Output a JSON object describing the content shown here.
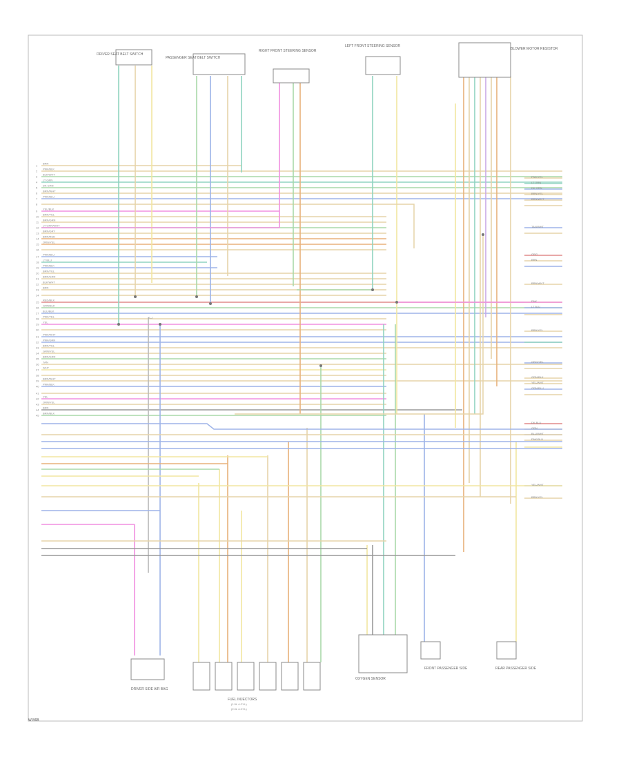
{
  "footer_code": "W B6B",
  "colors": {
    "border": "#bbbbbb",
    "dk": "#999999",
    "tan": "#e6d3a8",
    "org": "#e8b07a",
    "yel": "#f2e6a0",
    "grn": "#a8d8a8",
    "tel": "#8fd3c0",
    "blu": "#9db3e8",
    "pnk": "#f08fe0",
    "red": "#e08a8a",
    "gry": "#b8b8b8",
    "prp": "#c8a8e8"
  },
  "components": {
    "c1": "DRIVER SEAT BELT SWITCH",
    "c2": "PASSENGER SEAT BELT SWITCH",
    "c3": "RIGHT FRONT STEERING SENSOR",
    "c4": "LEFT FRONT STEERING SENSOR",
    "c5": "BLOWER MOTOR RESISTOR",
    "c6": "DRIVER SIDE AIR BAG",
    "c7": "FUEL INJECTORS",
    "c8": "OXYGEN SENSOR",
    "c9": "FRONT PASSENGER SIDE",
    "c10": "REAR PASSENGER SIDE"
  },
  "notes": {
    "splice1": "S-J",
    "injector_title": "FUEL INJECTORS",
    "injector_sub1": "(1.5L 4-CYL)",
    "injector_sub2": "(2.0L 4-CYL)"
  },
  "rows_left": [
    "BRN",
    "PNK/BLK",
    "BLK/WHT",
    "LT GRN",
    "DK GRN",
    "BRN/WHT",
    "PNK/BLU",
    "",
    "YEL/BLK",
    "BRN/YEL",
    "BRN/GRN",
    "LT GRN/WHT",
    "BRN/GRY",
    "BRN/RED",
    "ORG/YEL",
    "",
    "PNK/BLU",
    "LT BLU",
    "PNK/BLK",
    "BRN/YEL",
    "BRN/GRN",
    "BLK/WHT",
    "BRN",
    "",
    "RED/BLK",
    "GRN/BLK",
    "BLU/BLK",
    "PNK/YEL",
    "YEL",
    "",
    "PNK/WHT",
    "PNK/GRN",
    "BRN/YEL",
    "GRN/YEL",
    "BRN/GRN",
    "TAN",
    "WHT",
    "",
    "BRN/WHT",
    "PNK/BLK",
    "",
    "YEL",
    "ORN/YEL",
    "BRN",
    "BRN/BLK",
    "GRN/WHT"
  ],
  "rows_right": [
    "PNK/YEL",
    "LT GRN",
    "DK GRN",
    "BRN/YEL",
    "BRN/WHT",
    "",
    "TAN/WHT",
    "",
    "ORG",
    "BRN",
    "",
    "BRN/WHT",
    "PNK",
    "LT BLU",
    "",
    "BRN/YEL",
    "",
    "ORG/YEL",
    "",
    "GRN/BLK",
    "YEL/WHT",
    "GRN/BLU",
    "",
    "DK BLU",
    "GRN",
    "BLU/WHT",
    "PNK/BLU",
    "",
    "YEL/WHT",
    "BRN/YEL"
  ]
}
